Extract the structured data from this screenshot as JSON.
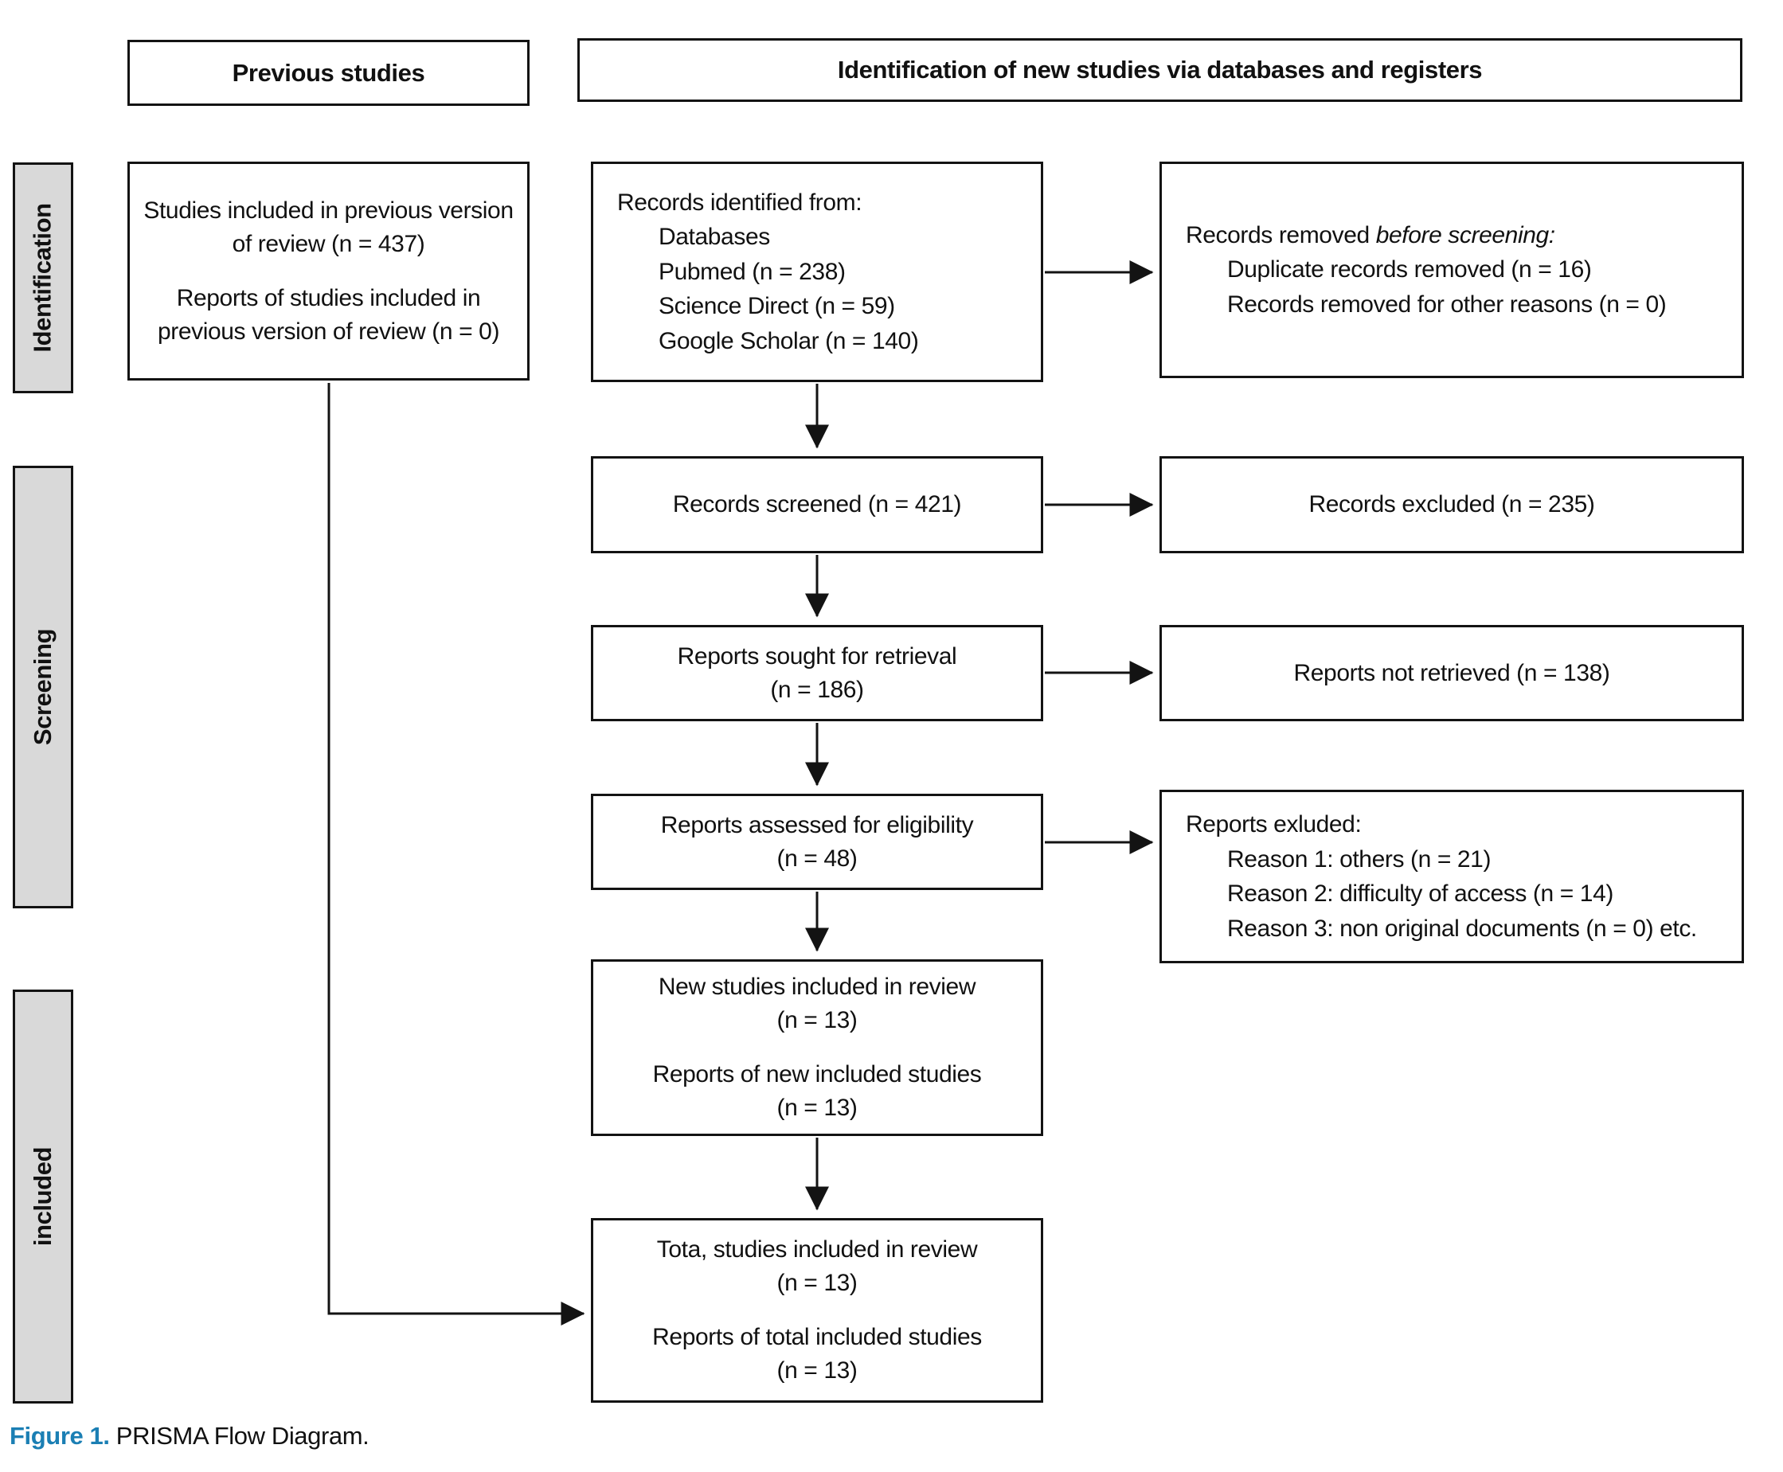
{
  "headers": {
    "previous": "Previous studies",
    "new": "Identification of new studies via databases and registers"
  },
  "sidebar": {
    "stages": [
      {
        "label": "Identification"
      },
      {
        "label": "Screening"
      },
      {
        "label": "included"
      }
    ]
  },
  "boxes": {
    "previous_studies": {
      "para1": "Studies included in previous version of review (n = 437)",
      "para2": "Reports of studies included in previous version of review (n = 0)"
    },
    "records_identified": {
      "title": "Records identified from:",
      "items": [
        "Databases",
        "Pubmed (n = 238)",
        "Science Direct (n = 59)",
        "Google Scholar (n = 140)"
      ]
    },
    "records_removed": {
      "title_prefix": "Records removed ",
      "title_italic": "before screening:",
      "items": [
        "Duplicate records removed (n = 16)",
        "Records removed for other reasons (n = 0)"
      ]
    },
    "records_screened": "Records screened (n = 421)",
    "records_excluded": "Records excluded (n = 235)",
    "reports_sought": {
      "line1": "Reports sought for retrieval",
      "line2": "(n = 186)"
    },
    "reports_not_retrieved": "Reports not retrieved (n = 138)",
    "reports_assessed": {
      "line1": "Reports assessed for eligibility",
      "line2": "(n = 48)"
    },
    "reports_excluded": {
      "title": "Reports exluded:",
      "items": [
        "Reason 1: others (n = 21)",
        "Reason 2: difficulty of access (n = 14)",
        "Reason 3: non original documents (n = 0) etc."
      ]
    },
    "new_studies": {
      "line1": "New studies included in review",
      "line2": "(n = 13)",
      "line3": "Reports of new included studies",
      "line4": "(n = 13)"
    },
    "total_studies": {
      "line1": "Tota, studies included in review",
      "line2": "(n = 13)",
      "line3": "Reports of total included studies",
      "line4": "(n = 13)"
    }
  },
  "caption": {
    "label": "Figure 1.",
    "text": " PRISMA Flow Diagram.",
    "accent_color": "#1b7fb4"
  }
}
